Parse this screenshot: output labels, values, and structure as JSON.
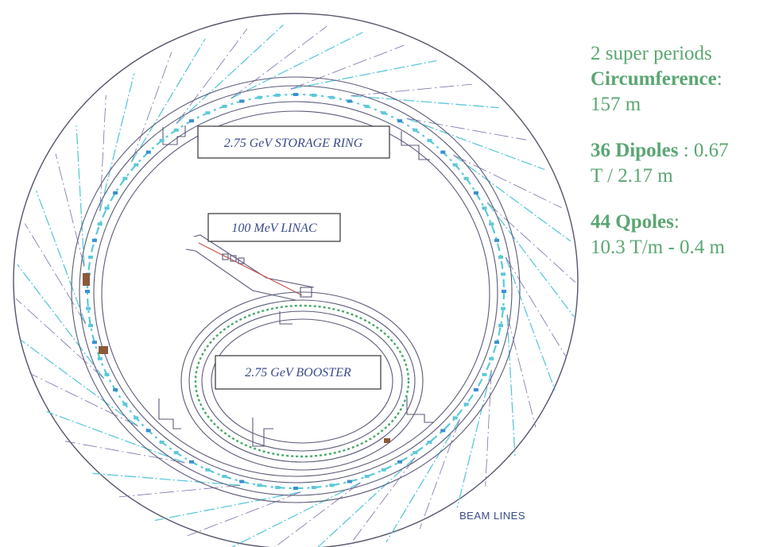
{
  "labels": {
    "storage_ring": "2.75 GeV STORAGE RING",
    "linac": "100 MeV LINAC",
    "booster": "2.75 GeV BOOSTER",
    "beam_lines": "BEAM LINES"
  },
  "specs": {
    "super_periods": "2 super periods",
    "circumference_label": "Circumference",
    "circumference_sep": ":",
    "circumference_value": "157 m",
    "dipoles_label": "36 Dipoles",
    "dipoles_sep": " : 0.67",
    "dipoles_value": "T / 2.17 m",
    "qpoles_label": "44 Qpoles",
    "qpoles_sep": ":",
    "qpoles_value": "10.3 T/m - 0.4 m"
  },
  "colors": {
    "spec_text": "#5aa672",
    "label_text": "#3a4a8a",
    "beamline_cyan": "#5cc8d8",
    "beamline_dash": "#7a6fa8",
    "ring_outline": "#5a5a78",
    "magnet_green": "#4aa86a"
  }
}
